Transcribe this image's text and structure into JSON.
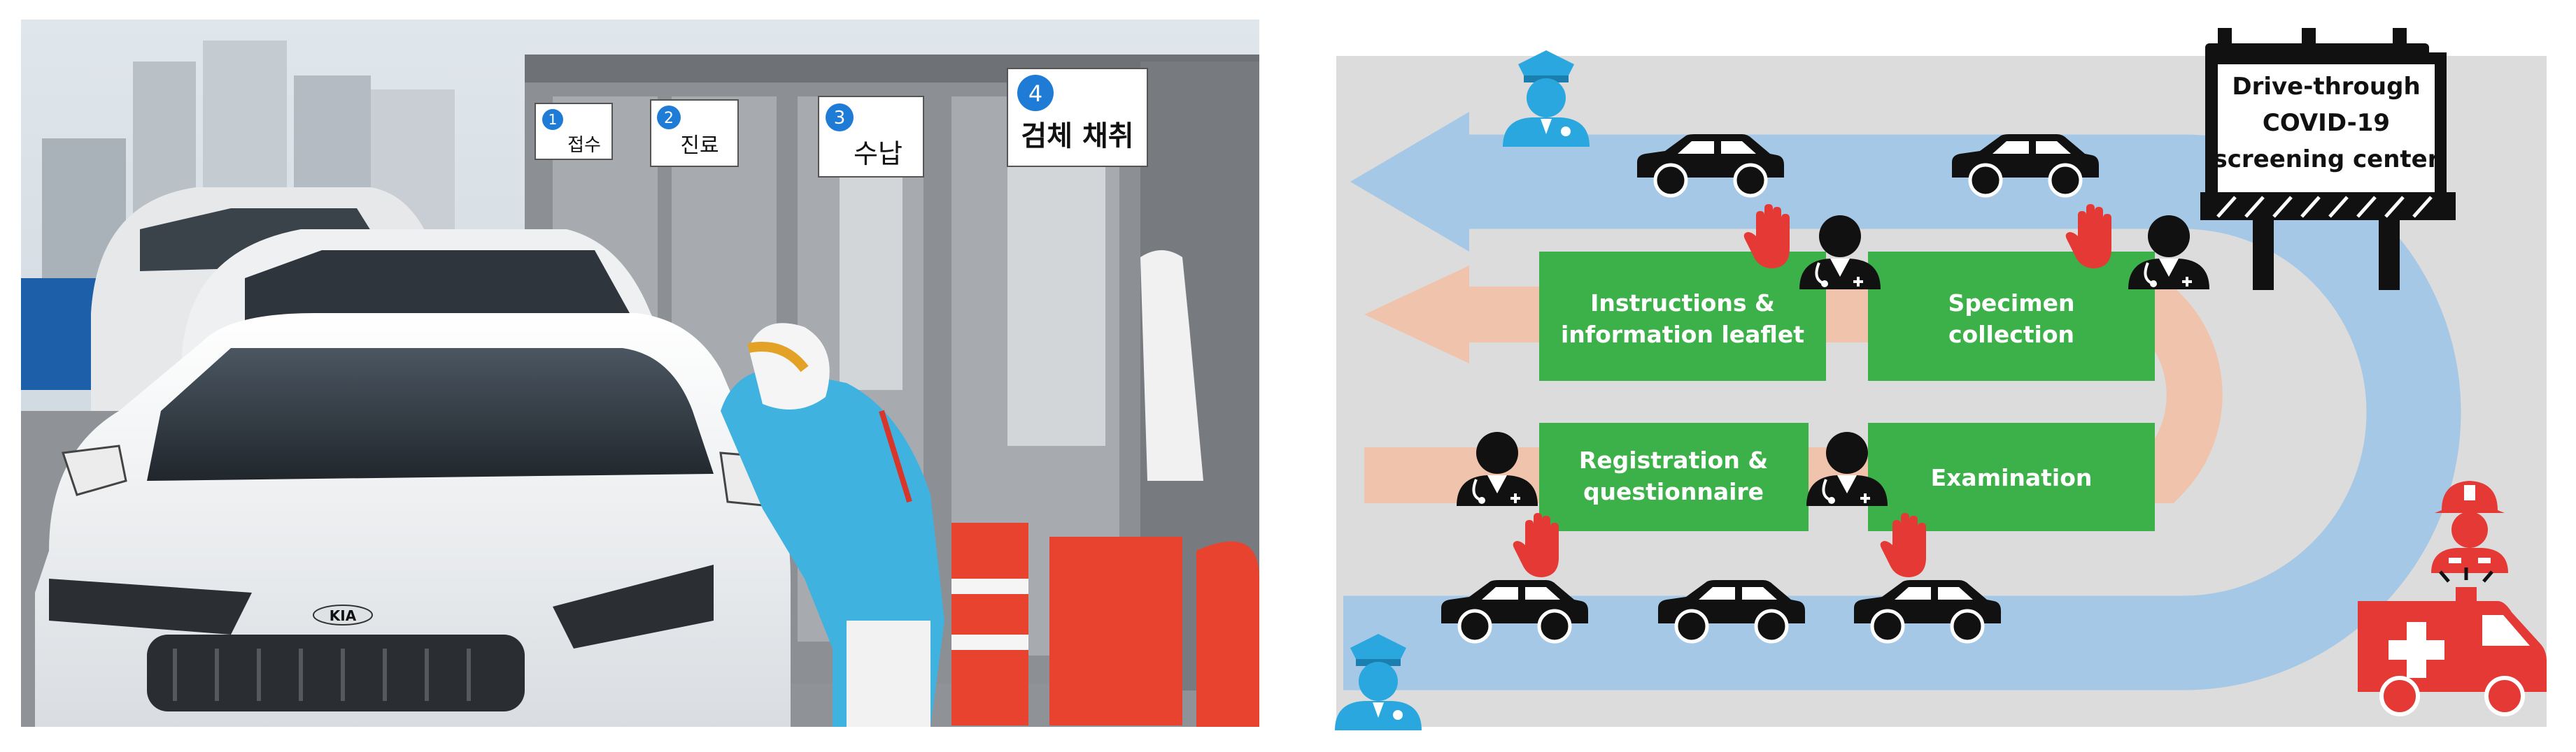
{
  "photo": {
    "booths": [
      {
        "number": "1",
        "label": "접수"
      },
      {
        "number": "2",
        "label": "진료"
      },
      {
        "number": "3",
        "label": "수납"
      },
      {
        "number": "4",
        "label": "검체 채취"
      }
    ],
    "car_badge": "KIA"
  },
  "diagram": {
    "billboard": [
      "Drive-through",
      "COVID-19",
      "screening center"
    ],
    "stations": [
      {
        "lines": [
          "Instructions &",
          "information leaflet"
        ]
      },
      {
        "lines": [
          "Specimen",
          "collection"
        ]
      },
      {
        "lines": [
          "Registration &",
          "questionnaire"
        ]
      },
      {
        "lines": [
          "Examination"
        ]
      }
    ],
    "colors": {
      "station_green": "#3DB149",
      "route_blue": "#A5C8E6",
      "route_peach": "#F0C4AC",
      "police_blue": "#2AA7DF",
      "stop_red": "#E53935",
      "ambulance_red": "#E53935",
      "background_gray": "#DCDCDC"
    },
    "icons": [
      "police-officer-icon",
      "car-icon",
      "stop-hand-icon",
      "doctor-icon",
      "firefighter-icon",
      "ambulance-icon",
      "billboard-icon"
    ]
  }
}
